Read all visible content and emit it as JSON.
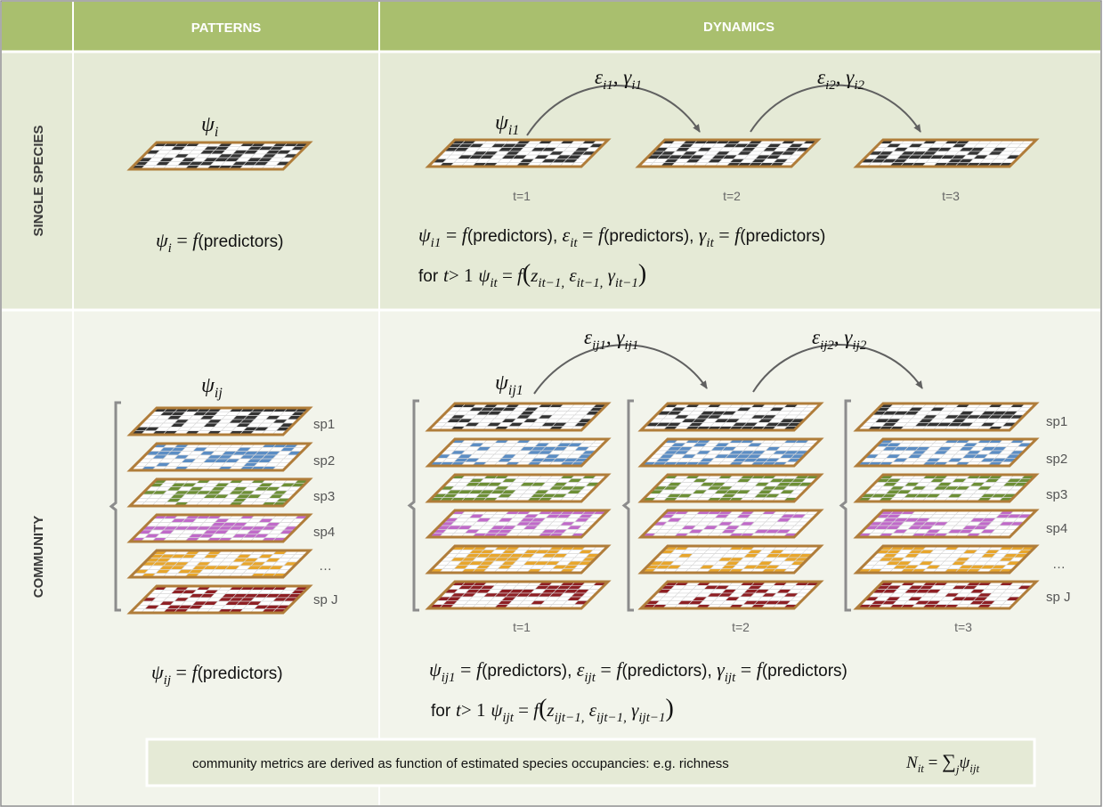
{
  "headers": {
    "patterns": "PATTERNS",
    "dynamics": "DYNAMICS"
  },
  "rows": {
    "single": "SINGLE SPECIES",
    "community": "COMMUNITY"
  },
  "time_labels": [
    "t=1",
    "t=2",
    "t=3"
  ],
  "species_labels": [
    "sp1",
    "sp2",
    "sp3",
    "sp4",
    "…",
    "sp J"
  ],
  "single": {
    "pattern_symbol": {
      "base": "ψ",
      "sub": "i"
    },
    "pattern_formula": {
      "lhs": "ψ",
      "lhs_sub": "i",
      "f": "f",
      "arg": "(predictors)"
    },
    "dyn_start": {
      "base": "ψ",
      "sub": "i1"
    },
    "transitions": [
      {
        "eps_sub": "i1",
        "gam_sub": "i1"
      },
      {
        "eps_sub": "i2",
        "gam_sub": "i2"
      }
    ],
    "dyn_eq1": [
      {
        "sym": "ψ",
        "sub": "i1"
      },
      {
        "sym": "ε",
        "sub": "it"
      },
      {
        "sym": "γ",
        "sub": "it"
      }
    ],
    "dyn_eq2": {
      "prefix": "for",
      "t": "t",
      "cond": "> 1",
      "lhs_sub": "it",
      "z_sub": "it−1,",
      "eps_sub": "it−1,",
      "gam_sub": "it−1"
    }
  },
  "community": {
    "pattern_symbol": {
      "base": "ψ",
      "sub": "ij"
    },
    "pattern_formula": {
      "lhs": "ψ",
      "lhs_sub": "ij",
      "f": "f",
      "arg": "(predictors)"
    },
    "dyn_start": {
      "base": "ψ",
      "sub": "ij1"
    },
    "transitions": [
      {
        "eps_sub": "ij1",
        "gam_sub": "ij1"
      },
      {
        "eps_sub": "ij2",
        "gam_sub": "ij2"
      }
    ],
    "dyn_eq1": [
      {
        "sym": "ψ",
        "sub": "ij1"
      },
      {
        "sym": "ε",
        "sub": "ijt"
      },
      {
        "sym": "γ",
        "sub": "ijt"
      }
    ],
    "dyn_eq2": {
      "prefix": "for",
      "t": "t",
      "cond": "> 1",
      "lhs_sub": "ijt",
      "z_sub": "ijt−1,",
      "eps_sub": "ijt−1,",
      "gam_sub": "ijt−1"
    }
  },
  "metrics": {
    "text": "community metrics are derived as function of estimated species occupancies: e.g. richness",
    "formula": {
      "lhs": "N",
      "lhs_sub": "it",
      "sum_sub": "j",
      "rhs": "ψ",
      "rhs_sub": "ijt"
    }
  },
  "colors": {
    "header_bg": "#a9bf6e",
    "single_bg": "#e5ead6",
    "community_bg": "#f2f4eb",
    "grid_border": "#b07d3a",
    "species": [
      "#333333",
      "#5b8dc4",
      "#6d8f36",
      "#c06ac9",
      "#e8a62c",
      "#8e1f24"
    ],
    "arrow": "#606060"
  }
}
